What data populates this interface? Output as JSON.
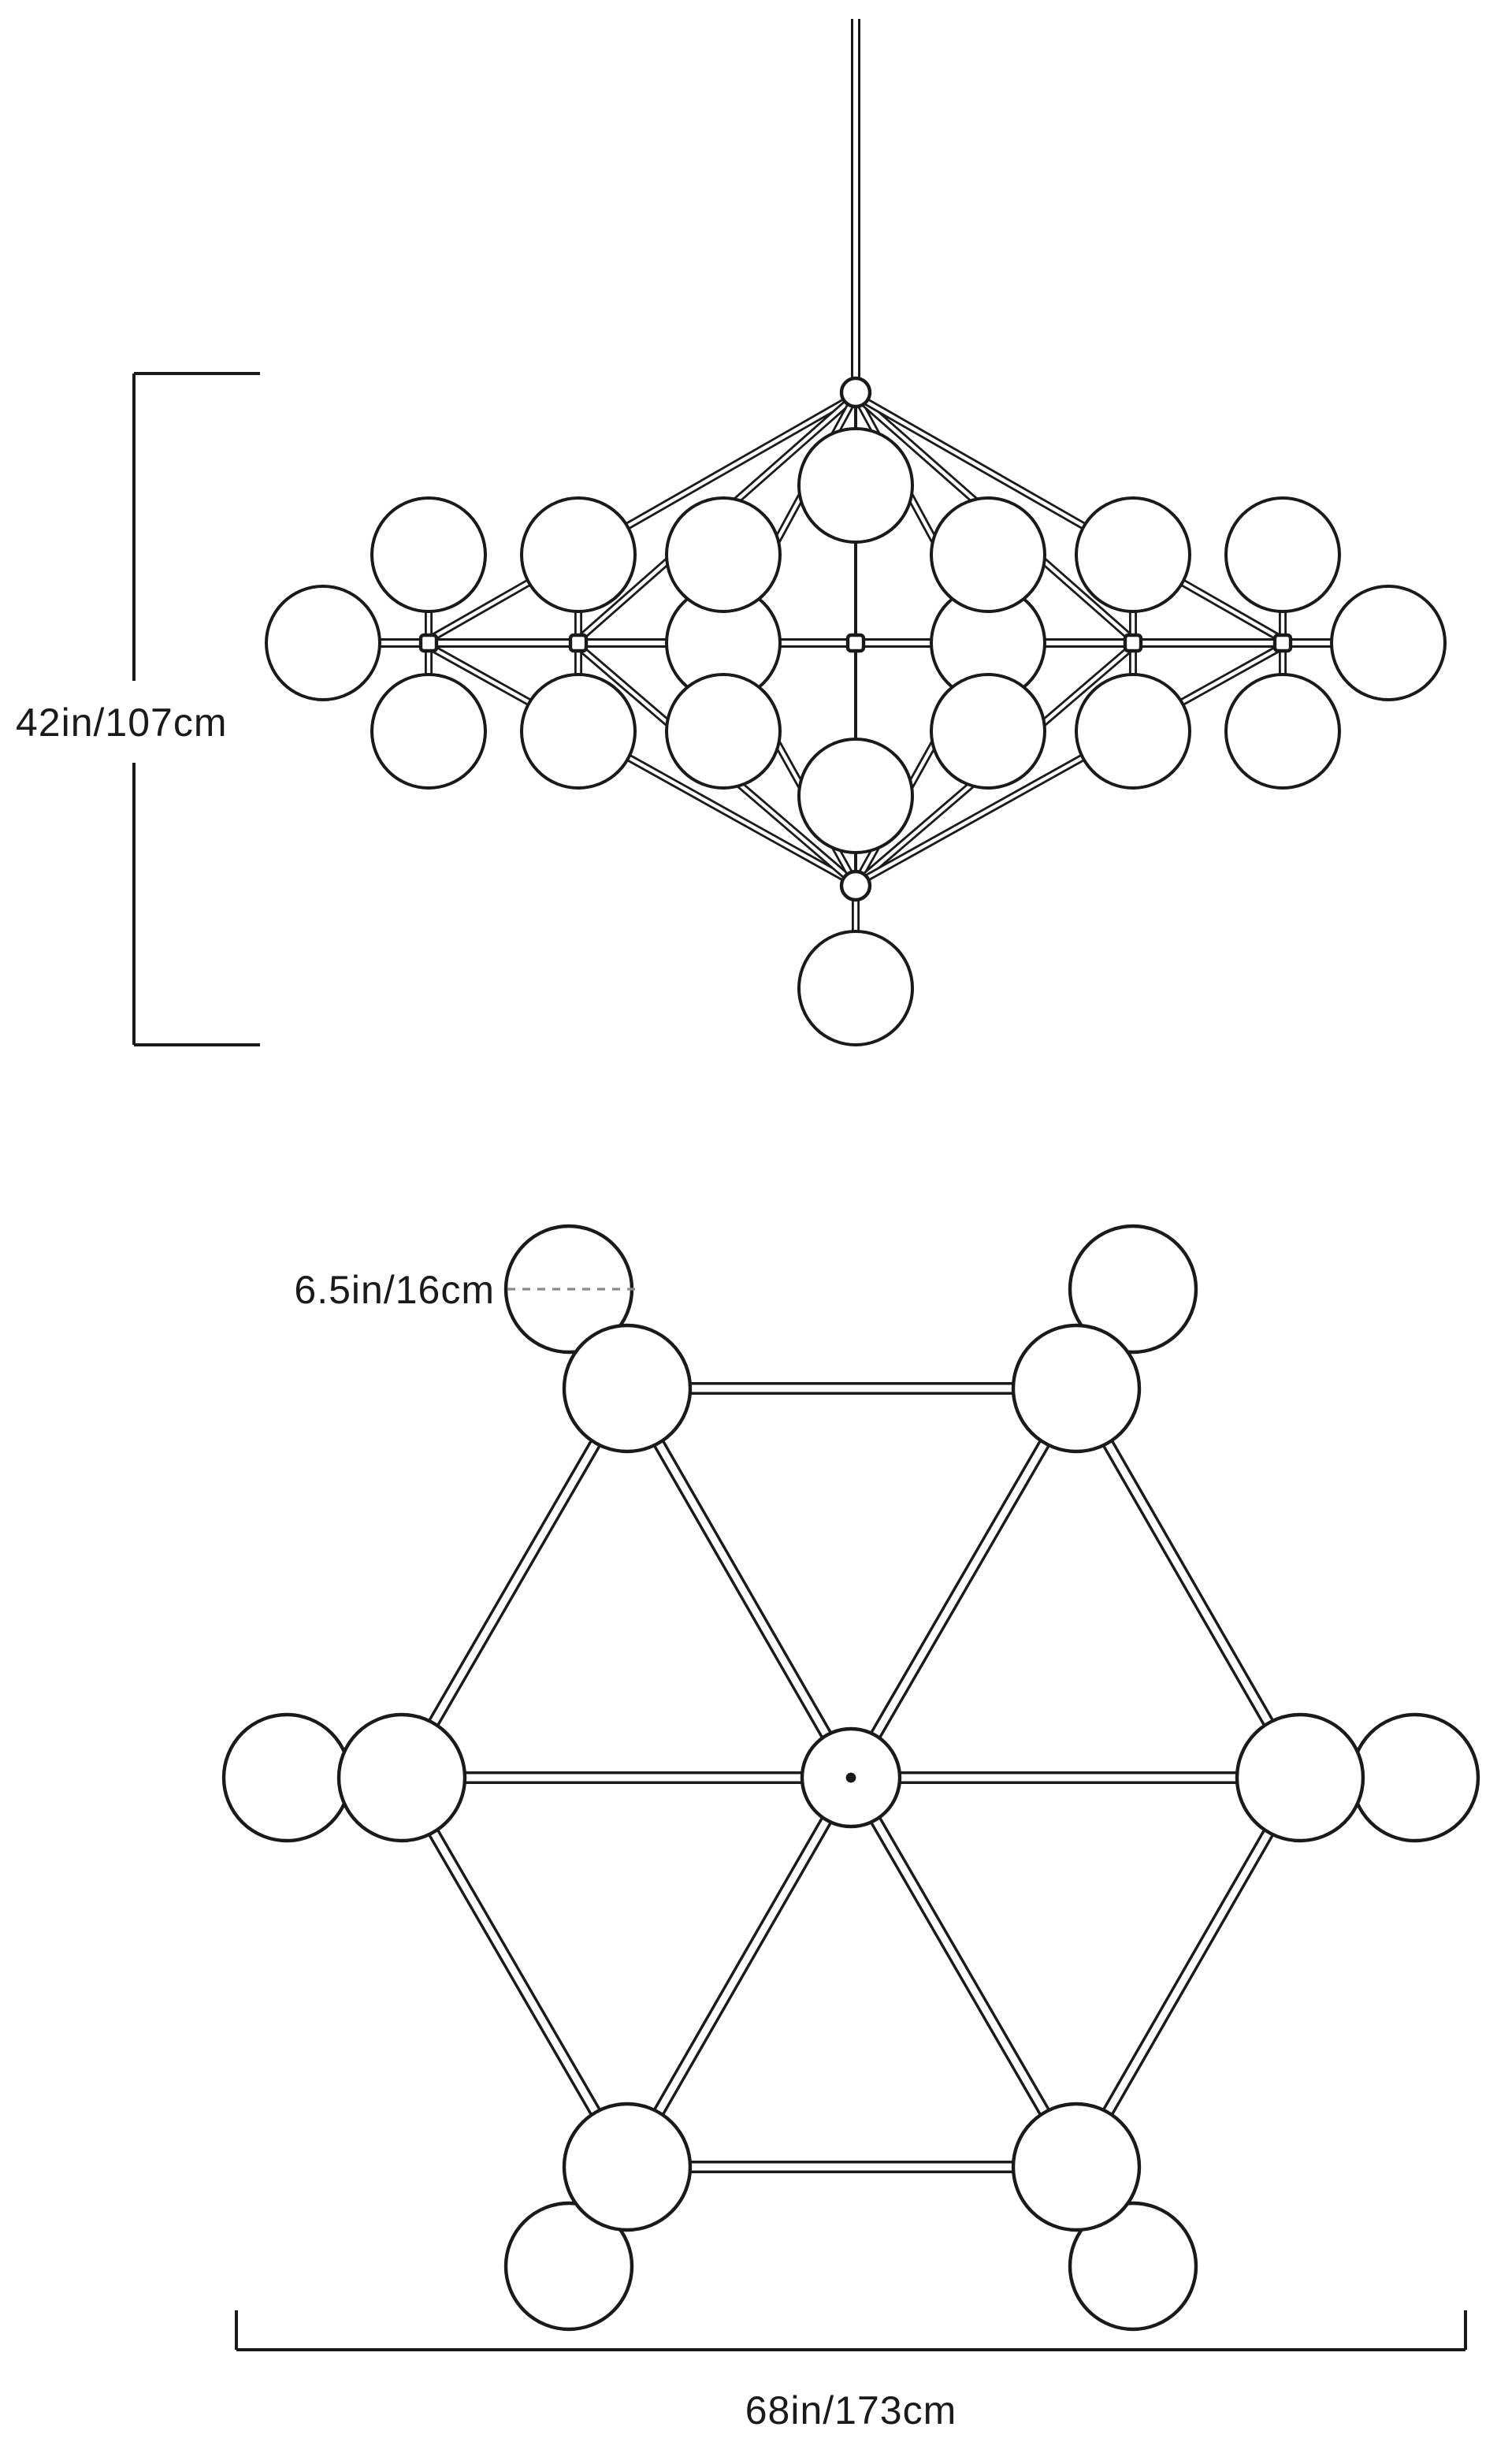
{
  "colors": {
    "line": "#1a1a1a",
    "background": "#ffffff",
    "dashed_line": "#8a8a8a"
  },
  "elevation_view": {
    "height_label": "42in/107cm"
  },
  "plan_view": {
    "globe_diameter_label": "6.5in/16cm",
    "width_label": "68in/173cm"
  }
}
